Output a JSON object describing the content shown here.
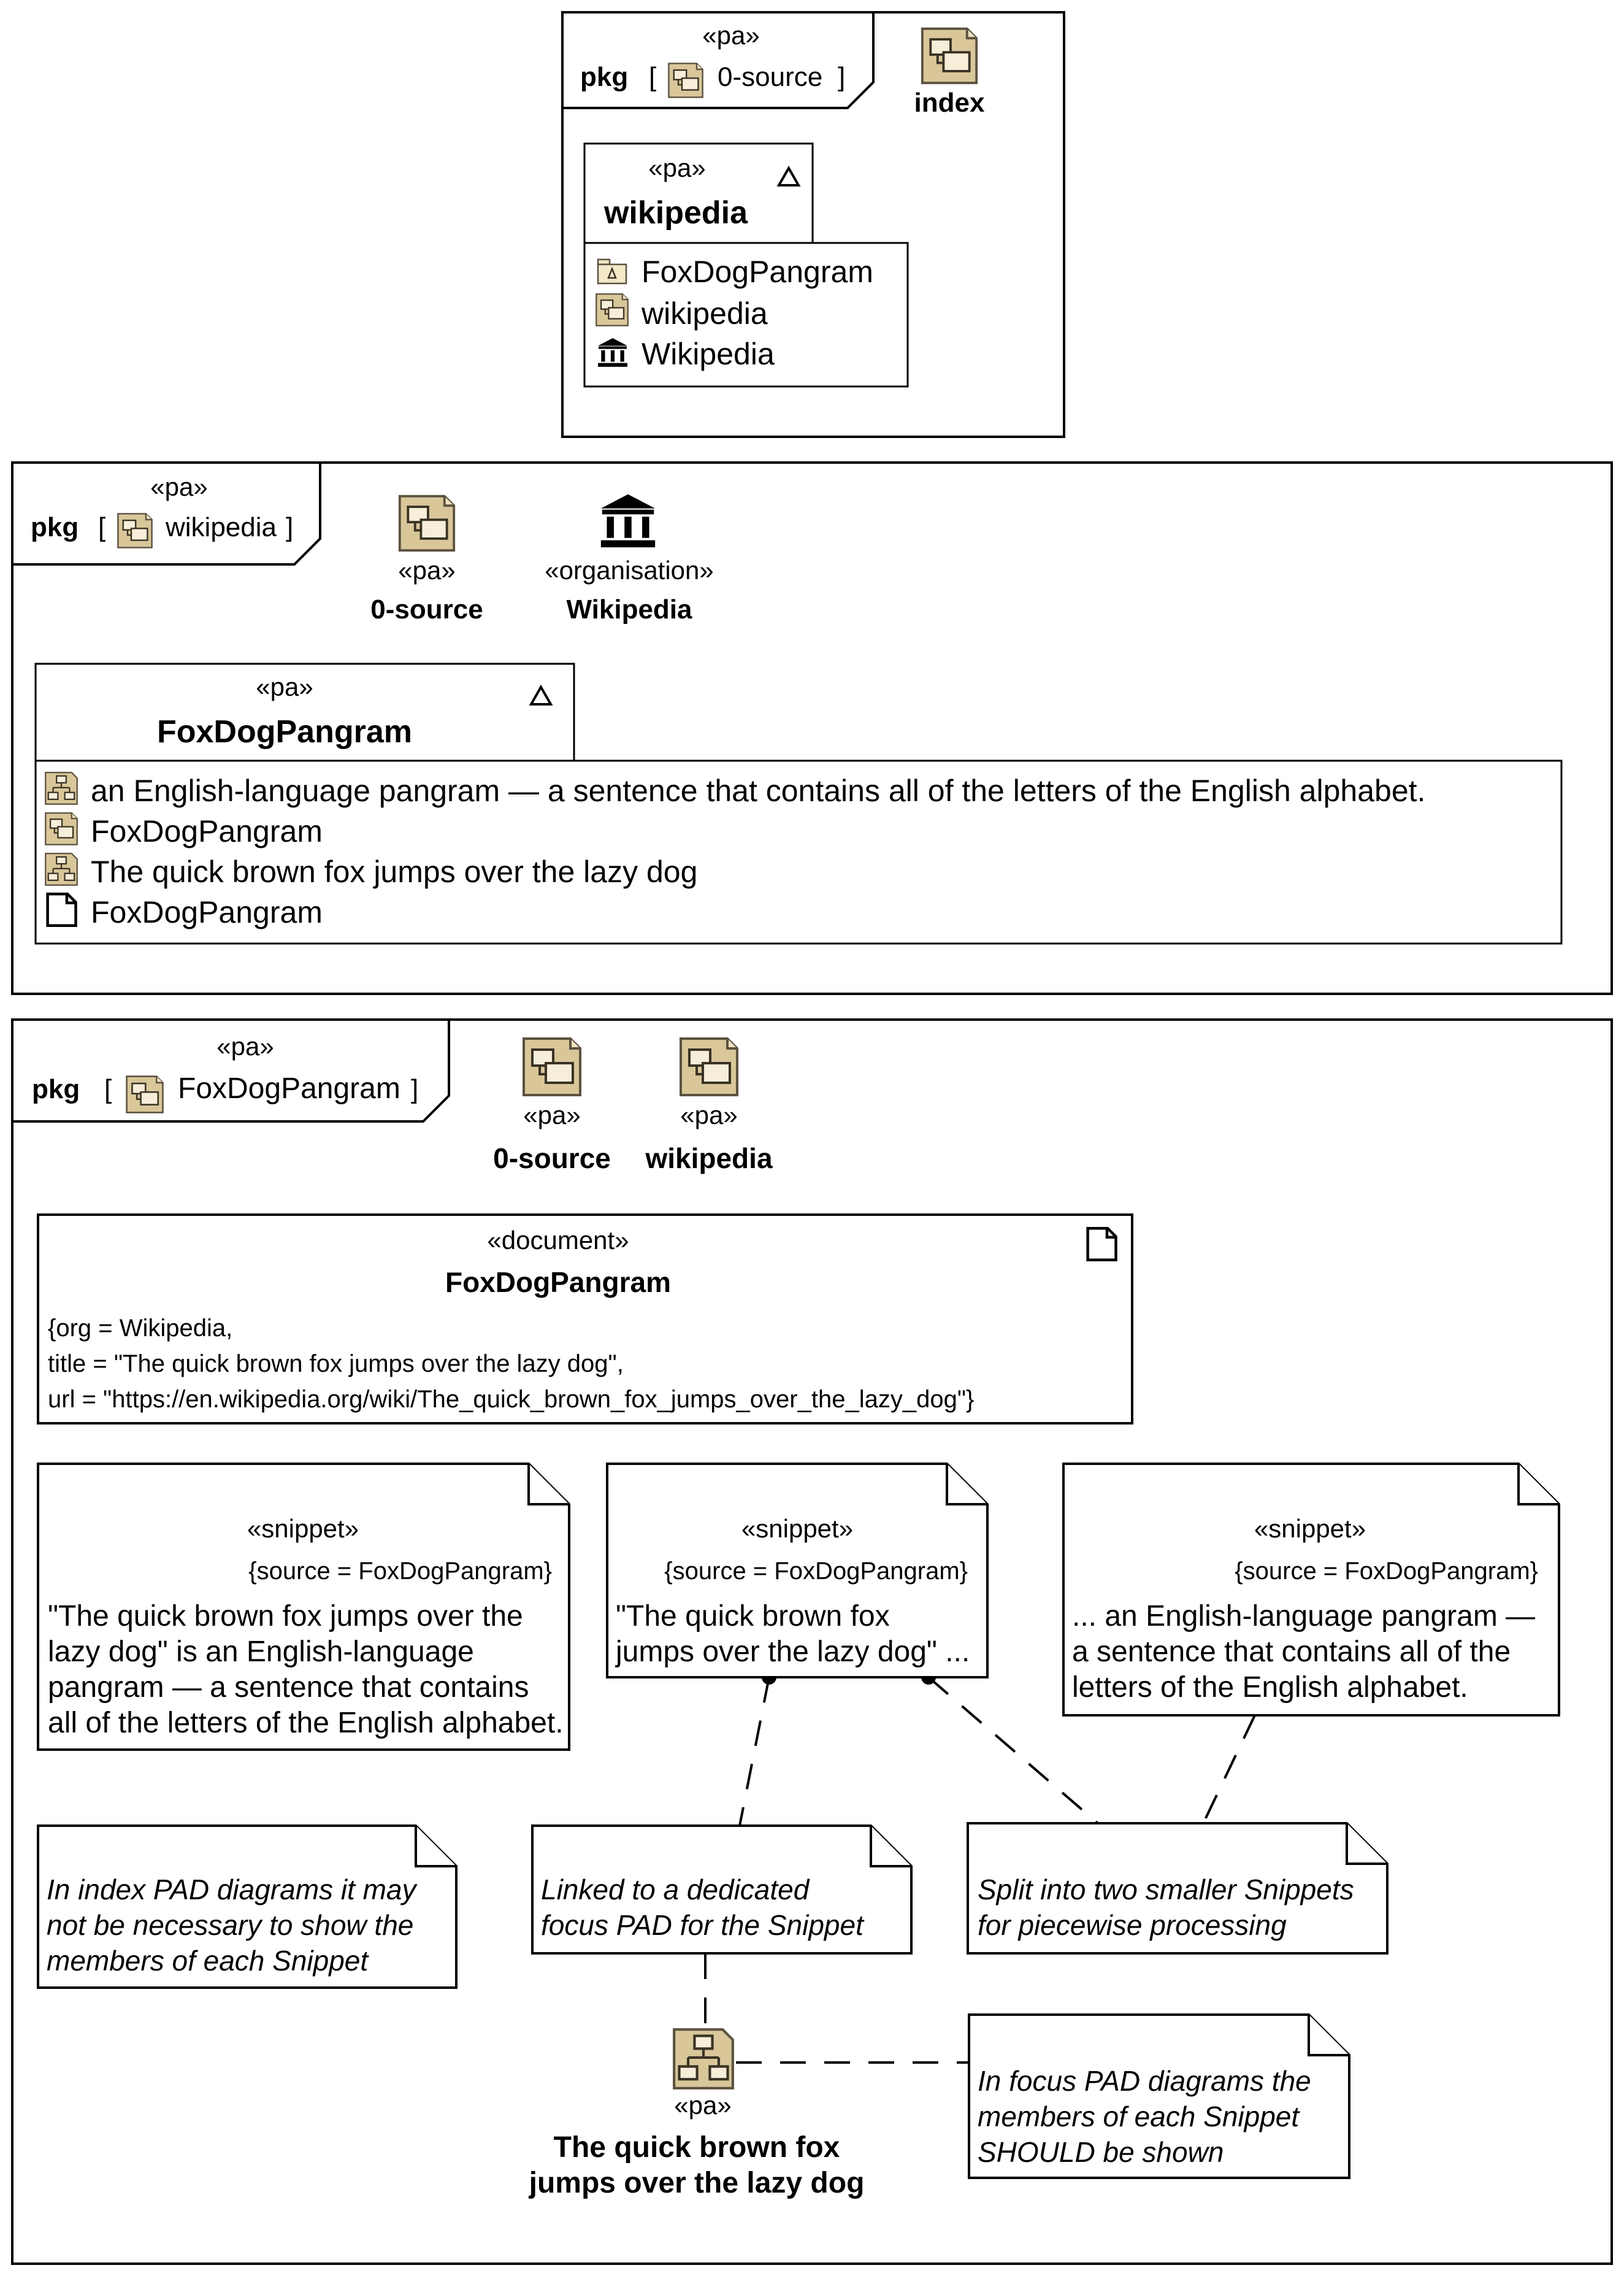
{
  "frames": {
    "top": {
      "keyword": "pkg",
      "stereotype": "«pa»",
      "bracket_open": "[",
      "bracket_close": "]",
      "name": "0-source",
      "index_icon_label": "index",
      "package": {
        "stereotype": "«pa»",
        "name": "wikipedia",
        "members": [
          "FoxDogPangram",
          "wikipedia",
          "Wikipedia"
        ]
      }
    },
    "middle": {
      "keyword": "pkg",
      "stereotype": "«pa»",
      "bracket_open": "[",
      "bracket_close": "]",
      "name": "wikipedia",
      "source_pkg": {
        "stereotype": "«pa»",
        "name": "0-source"
      },
      "organisation": {
        "stereotype": "«organisation»",
        "name": "Wikipedia"
      },
      "package": {
        "stereotype": "«pa»",
        "name": "FoxDogPangram",
        "members": [
          "an English-language pangram — a sentence that contains all of the letters of the English alphabet.",
          "FoxDogPangram",
          "The quick brown fox jumps over the lazy dog",
          "FoxDogPangram"
        ]
      }
    },
    "bottom": {
      "keyword": "pkg",
      "stereotype": "«pa»",
      "bracket_open": "[",
      "bracket_close": "]",
      "name": "FoxDogPangram",
      "pkg_a": {
        "stereotype": "«pa»",
        "name": "0-source"
      },
      "pkg_b": {
        "stereotype": "«pa»",
        "name": "wikipedia"
      },
      "document": {
        "stereotype": "«document»",
        "name": "FoxDogPangram",
        "lines": [
          "{org = Wikipedia,",
          "title = \"The quick brown fox jumps over the lazy dog\",",
          "url = \"https://en.wikipedia.org/wiki/The_quick_brown_fox_jumps_over_the_lazy_dog\"}"
        ]
      },
      "snippets": [
        {
          "stereotype": "«snippet»",
          "source": "{source = FoxDogPangram}",
          "lines": [
            "\"The quick brown fox jumps over the",
            "lazy dog\" is an English-language",
            "pangram — a sentence that contains",
            "all of the letters of the English alphabet."
          ]
        },
        {
          "stereotype": "«snippet»",
          "source": "{source = FoxDogPangram}",
          "lines": [
            "\"The quick brown fox",
            "jumps over the lazy dog\" ..."
          ]
        },
        {
          "stereotype": "«snippet»",
          "source": "{source = FoxDogPangram}",
          "lines": [
            "... an English-language pangram —",
            "a sentence that contains all of the",
            "letters of the English alphabet."
          ]
        }
      ],
      "notes": [
        {
          "lines": [
            "In index PAD diagrams it may",
            "not be necessary to show the",
            "members of each Snippet"
          ]
        },
        {
          "lines": [
            "Linked to a dedicated",
            "focus PAD for the Snippet"
          ]
        },
        {
          "lines": [
            "Split into two smaller Snippets",
            "for piecewise processing"
          ]
        },
        {
          "lines": [
            "In focus PAD diagrams the",
            "members of each Snippet",
            "SHOULD be shown"
          ]
        }
      ],
      "focus_pkg": {
        "stereotype": "«pa»",
        "lines": [
          "The quick brown fox",
          "jumps over the lazy dog"
        ]
      }
    }
  }
}
